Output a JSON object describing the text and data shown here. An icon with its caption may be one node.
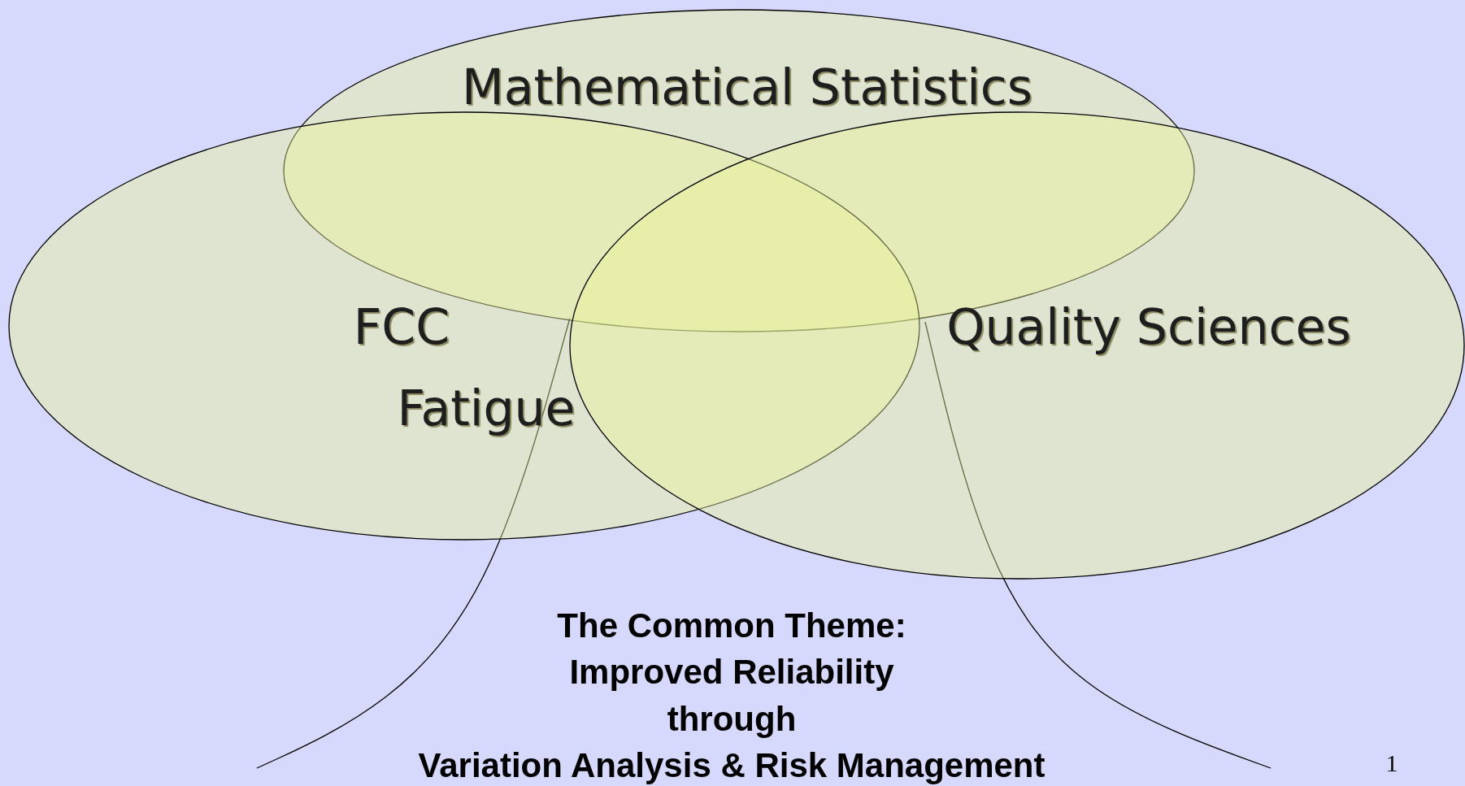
{
  "diagram": {
    "nodes": [
      {
        "text": [
          "Mathematical Statistics"
        ]
      },
      {
        "text": [
          "FCC",
          "Fatigue"
        ]
      },
      {
        "text": [
          "Quality Sciences"
        ]
      }
    ],
    "labels": [
      "The Common Theme:",
      "Improved Reliability",
      "through",
      "Variation Analysis & Risk Management",
      "1"
    ]
  }
}
